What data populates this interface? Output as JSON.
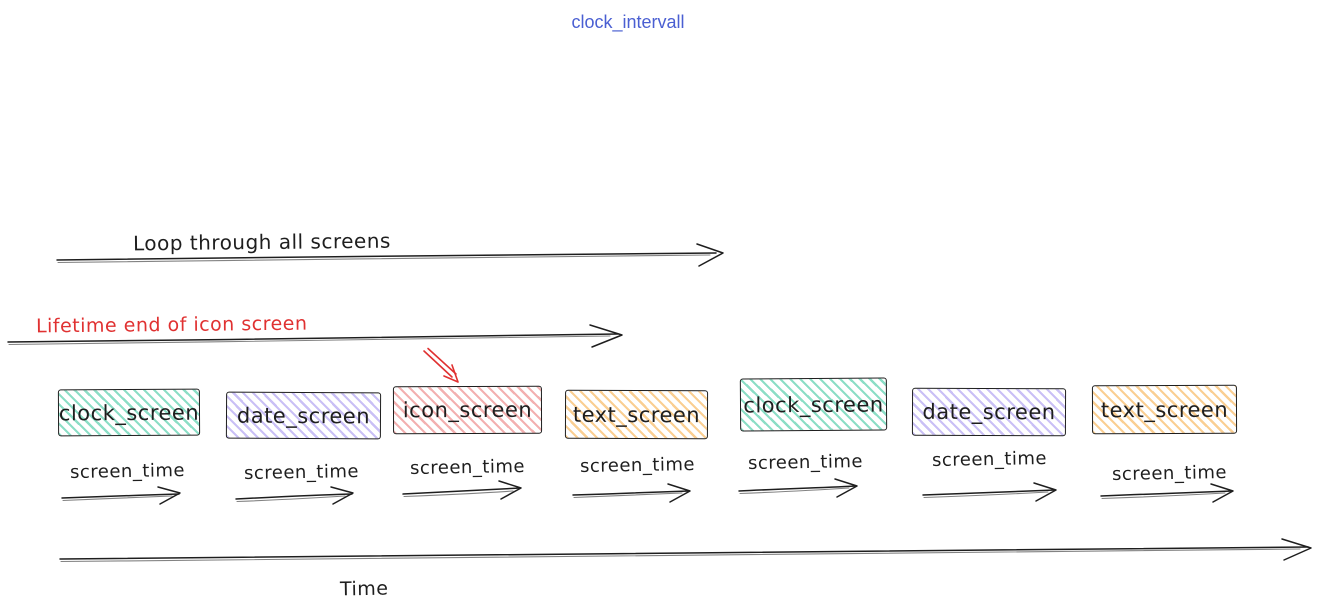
{
  "title": {
    "label": "clock_intervall",
    "color": "#4a5fd2"
  },
  "arrows": {
    "loop": {
      "label": "Loop through all screens",
      "color": "#1e1e1e"
    },
    "lifetime": {
      "label": "Lifetime end of icon screen",
      "color": "#e03131"
    },
    "time": {
      "label": "Time",
      "color": "#1e1e1e"
    },
    "screen_time_label": "screen_time",
    "screen_time_count": 7
  },
  "screens": [
    {
      "label": "clock_screen",
      "color": "#40c8a0"
    },
    {
      "label": "date_screen",
      "color": "#7b61e7"
    },
    {
      "label": "icon_screen",
      "color": "#e03131"
    },
    {
      "label": "text_screen",
      "color": "#f59f28"
    },
    {
      "label": "clock_screen",
      "color": "#40c8a0"
    },
    {
      "label": "date_screen",
      "color": "#7b61e7"
    },
    {
      "label": "text_screen",
      "color": "#f59f28"
    }
  ],
  "notes": {
    "lifetime_target": "icon_screen",
    "second_loop_omits": "icon_screen"
  }
}
